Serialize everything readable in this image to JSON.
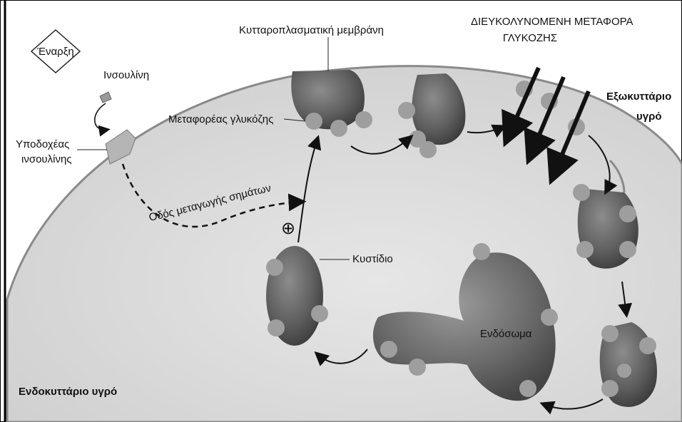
{
  "labels": {
    "start": "Έναρξη",
    "insulin": "Ινσουλίνη",
    "receptor_line1": "Υποδοχέας",
    "receptor_line2": "ινσουλίνης",
    "membrane": "Κυτταροπλασματική μεμβράνη",
    "transporter": "Μεταφορέας γλυκόζης",
    "facilitated_line1": "ΔΙΕΥΚΟΛΥΝΟΜΕΝΗ ΜΕΤΑΦΟΡΑ",
    "facilitated_line2": "ΓΛΥΚΟΖΗΣ",
    "extracellular_line1": "Εξωκυττάριο",
    "extracellular_line2": "υγρό",
    "signal_pathway": "Οδός μεταγωγής σημάτων",
    "plus": "⊕",
    "vesicle": "Κυστίδιο",
    "endosome": "Ενδόσωμα",
    "intracellular": "Ενδοκυττάριο υγρό"
  },
  "colors": {
    "cell_fill": "#d9d9d9",
    "membrane_stroke": "#8a8a8a",
    "vesicle_dark": "#5a5a5a",
    "protein_dot": "#9e9e9e",
    "arrow": "#111111"
  }
}
